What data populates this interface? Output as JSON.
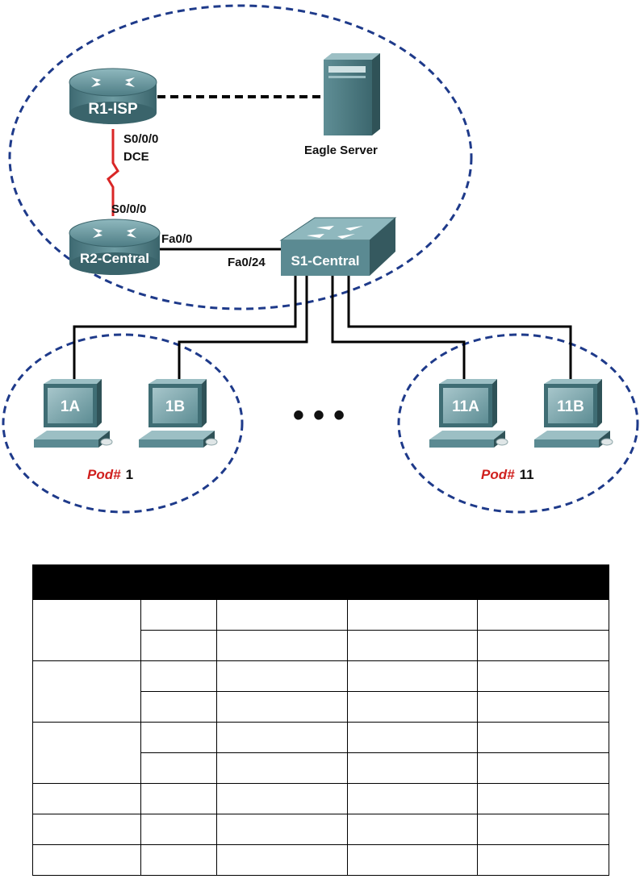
{
  "colors": {
    "ellipse_stroke": "#1e3a8a",
    "serial_link": "#d92626",
    "pod_label": "#d0201e",
    "device_body": "#5b8a92",
    "table_header": "#000000"
  },
  "devices": {
    "r1": {
      "name": "R1-ISP",
      "icon": "router-icon"
    },
    "r2": {
      "name": "R2-Central",
      "icon": "router-icon"
    },
    "s1": {
      "name": "S1-Central",
      "icon": "switch-icon"
    },
    "server": {
      "name": "Eagle Server",
      "icon": "server-icon"
    }
  },
  "interfaces": {
    "r1_s000": "S0/0/0",
    "r1_dce": "DCE",
    "r2_s000": "S0/0/0",
    "r2_fa00": "Fa0/0",
    "s1_fa024": "Fa0/24"
  },
  "pods": [
    {
      "prefix": "Pod#",
      "number": "1",
      "pcs": [
        "1A",
        "1B"
      ]
    },
    {
      "prefix": "Pod#",
      "number": "11",
      "pcs": [
        "11A",
        "11B"
      ]
    }
  ],
  "ellipsis": "• • •",
  "table": {
    "headers": [
      "",
      "",
      "",
      ""
    ],
    "rows": [
      [
        "",
        "",
        "",
        "",
        ""
      ],
      [
        "",
        "",
        "",
        "",
        ""
      ],
      [
        "",
        "",
        "",
        "",
        ""
      ],
      [
        "",
        "",
        "",
        "",
        ""
      ],
      [
        "",
        "",
        "",
        "",
        ""
      ],
      [
        "",
        "",
        "",
        "",
        ""
      ],
      [
        "",
        "",
        "",
        "",
        ""
      ],
      [
        "",
        "",
        "",
        "",
        ""
      ],
      [
        "",
        "",
        "",
        "",
        ""
      ]
    ]
  }
}
